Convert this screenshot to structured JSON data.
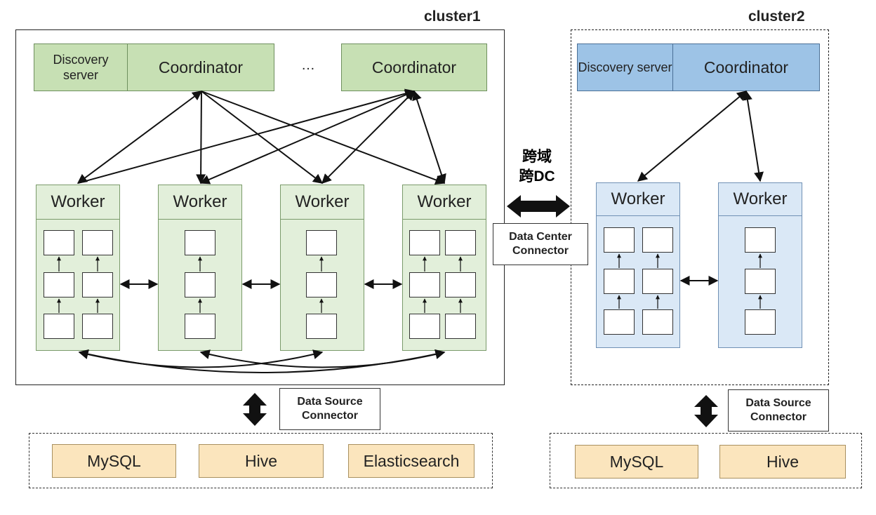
{
  "cluster1": {
    "title": "cluster1",
    "discovery_server": "Discovery server",
    "coordinator_label": "Coordinator",
    "ellipsis": "…",
    "worker_label": "Worker",
    "data_source_connector": "Data Source Connector",
    "data_sources": [
      "MySQL",
      "Hive",
      "Elasticsearch"
    ]
  },
  "cluster2": {
    "title": "cluster2",
    "discovery_server": "Discovery server",
    "coordinator_label": "Coordinator",
    "worker_label": "Worker",
    "data_source_connector": "Data Source Connector",
    "data_sources": [
      "MySQL",
      "Hive"
    ]
  },
  "cross_domain": {
    "line1": "跨域",
    "line2": "跨DC",
    "connector": "Data Center Connector"
  },
  "colors": {
    "coordinator_cluster1": "#c7e0b4",
    "coordinator_cluster2": "#9dc3e6",
    "worker_cluster1": "#e2efda",
    "worker_cluster2": "#dae8f6",
    "data_source": "#fbe5bd"
  }
}
